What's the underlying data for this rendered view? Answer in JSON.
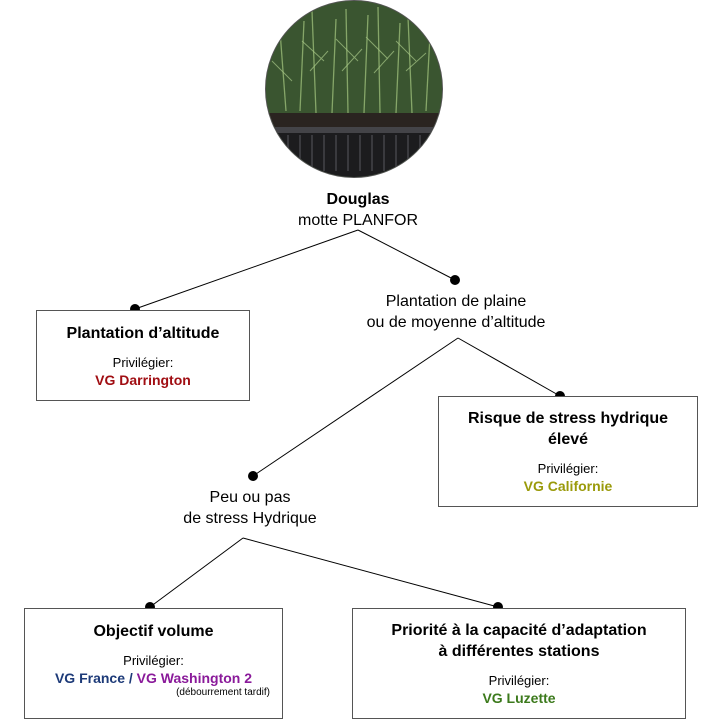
{
  "root": {
    "title": "Douglas",
    "subtitle": "motte PLANFOR"
  },
  "altitude": {
    "title": "Plantation d’altitude",
    "priv": "Privilégier:",
    "variety": "VG Darrington"
  },
  "plaine": {
    "line1": "Plantation de plaine",
    "line2": "ou de moyenne d’altitude"
  },
  "stress_eleve": {
    "title_line1": "Risque de stress hydrique",
    "title_line2": "élevé",
    "priv": "Privilégier:",
    "variety": "VG Californie"
  },
  "peu_stress": {
    "line1": "Peu ou pas",
    "line2": "de stress Hydrique"
  },
  "volume": {
    "title": "Objectif volume",
    "priv": "Privilégier:",
    "variety_a": "VG France",
    "separator": " / ",
    "variety_b": "VG Washington 2",
    "note": "(débourrement tardif)"
  },
  "adaptation": {
    "title_line1": "Priorité à la capacité d’adaptation",
    "title_line2": "à différentes stations",
    "priv": "Privilégier:",
    "variety": "VG Luzette"
  },
  "colors": {
    "darrington": "#a00d12",
    "californie": "#9a9a0a",
    "france": "#1d3a78",
    "washington": "#8a1a9a",
    "luzette": "#3c7a1c",
    "lines": "#000000"
  },
  "photo_icon": "douglas-seedlings-photo"
}
